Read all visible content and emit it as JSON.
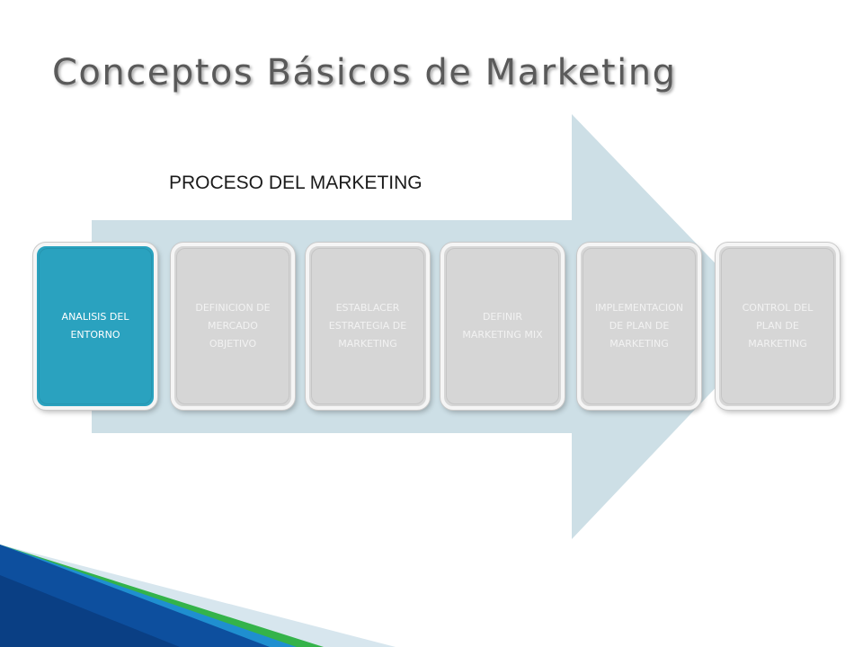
{
  "slide": {
    "title": "Conceptos Básicos de Marketing",
    "subtitle": "PROCESO DEL MARKETING"
  },
  "steps": [
    {
      "label": "ANALISIS DEL\nENTORNO",
      "active": true
    },
    {
      "label": "DEFINICION DE\nMERCADO\nOBJETIVO",
      "active": false
    },
    {
      "label": "ESTABLACER\nESTRATEGIA DE\nMARKETING",
      "active": false
    },
    {
      "label": "DEFINIR\nMARKETING MIX",
      "active": false
    },
    {
      "label": "IMPLEMENTACION\nDE PLAN DE\nMARKETING",
      "active": false
    },
    {
      "label": "CONTROL DEL\nPLAN DE\nMARKETING",
      "active": false
    }
  ],
  "colors": {
    "arrow": "#cddfe6",
    "active_step": "#2aa2bf",
    "inactive_step": "#d6d6d6",
    "title": "#5a5a5a",
    "corner_blue": "#0d4f9e",
    "corner_green": "#2fb34a"
  }
}
